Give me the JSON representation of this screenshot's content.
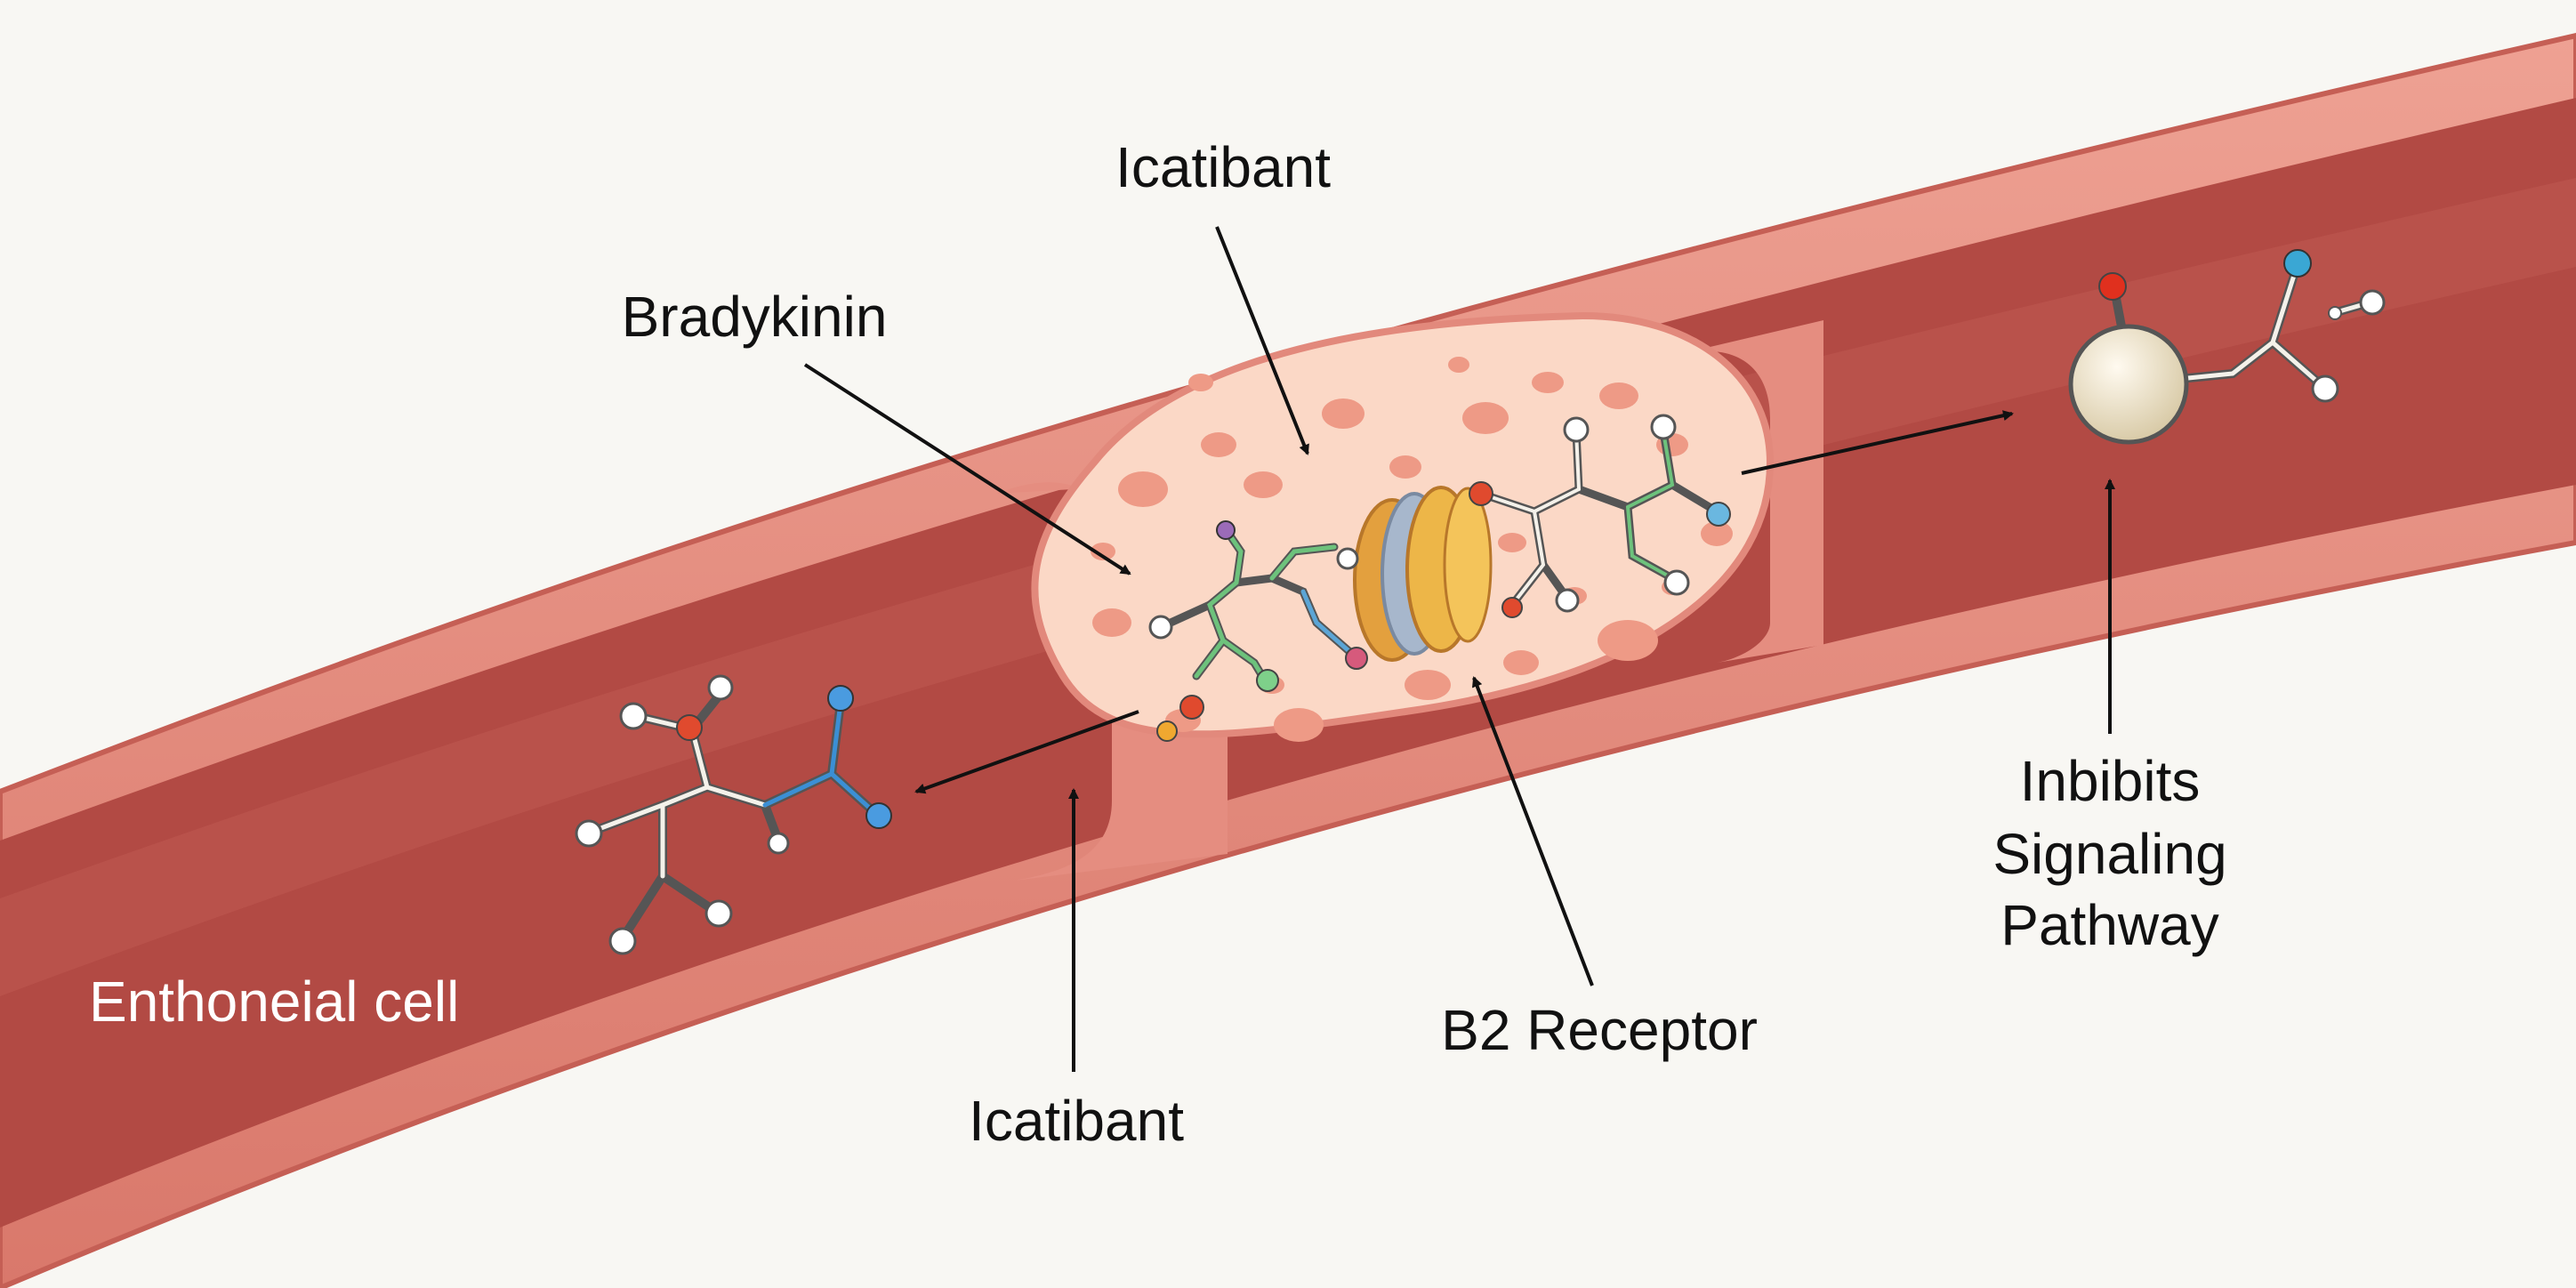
{
  "labels": {
    "icatibant_top": "Icatibant",
    "bradykinin": "Bradykinin",
    "endothelial_cell": "Enthoneial cell",
    "icatibant_bottom": "Icatibant",
    "b2_receptor": "B2 Receptor",
    "inhibits_line1": "Inbibits",
    "inhibits_line2": "Signaling",
    "inhibits_line3": "Pathway"
  },
  "colors": {
    "background": "#f8f7f3",
    "vessel_wall": "#e58d80",
    "vessel_edge": "#c55f55",
    "lumen": "#b24a44",
    "cell_body": "#fbd8c6",
    "receptor_orange": "#e9a43a",
    "receptor_blue": "#9fb0c6",
    "label_text": "#111111",
    "label_text_light": "#ffffff"
  },
  "icons": {
    "receptor": "b2-receptor-icon",
    "molecule": "molecule-icon",
    "arrow": "arrow-icon"
  }
}
